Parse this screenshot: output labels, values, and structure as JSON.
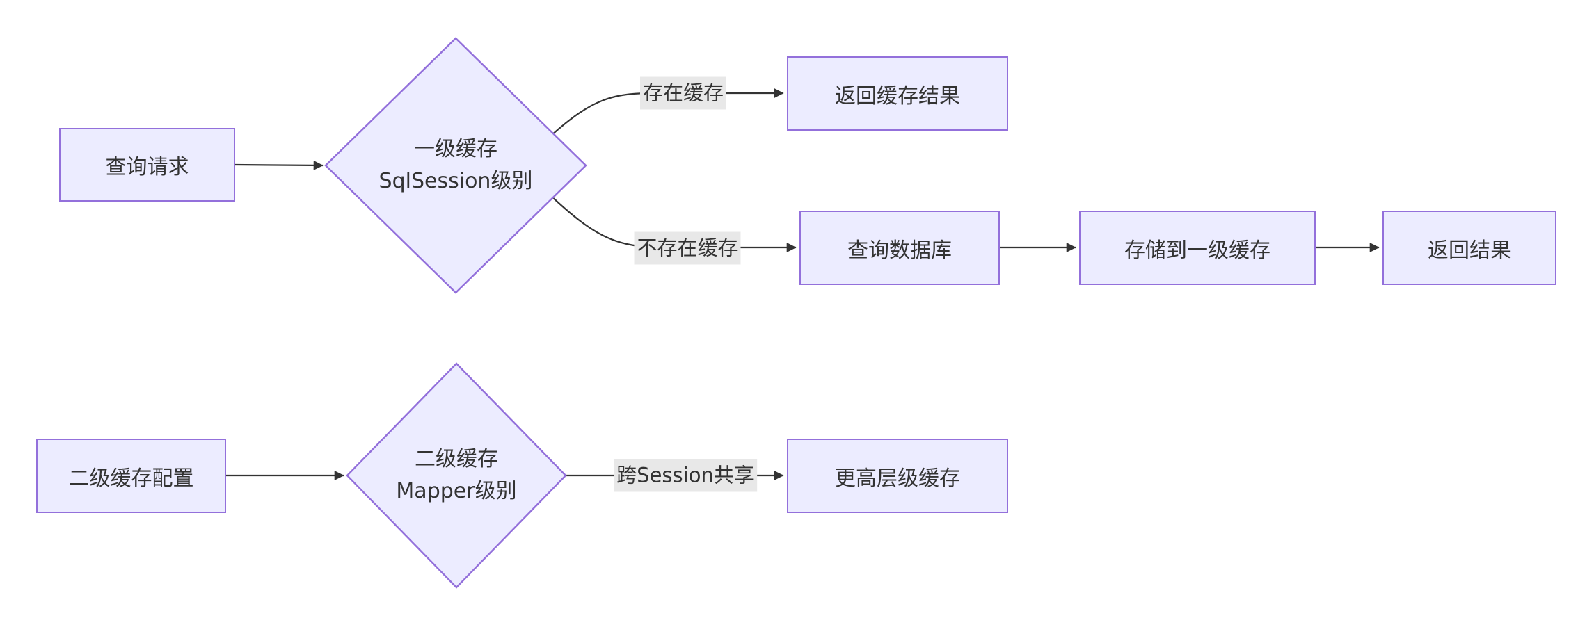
{
  "flowchart": {
    "row1": {
      "query_request": "查询请求",
      "first_level_cache_line1": "一级缓存",
      "first_level_cache_line2": "SqlSession级别",
      "label_cache_exists": "存在缓存",
      "return_cached_result": "返回缓存结果",
      "label_cache_missing": "不存在缓存",
      "query_database": "查询数据库",
      "store_to_first_level_cache": "存储到一级缓存",
      "return_result": "返回结果"
    },
    "row2": {
      "second_level_cache_config": "二级缓存配置",
      "second_level_cache_line1": "二级缓存",
      "second_level_cache_line2": "Mapper级别",
      "label_cross_session_share": "跨Session共享",
      "higher_level_cache": "更高层级缓存"
    },
    "colors": {
      "node_fill": "#ECECFF",
      "node_border": "#9370DB",
      "edge_color": "#333333",
      "text_color": "#333333",
      "edge_label_bg": "#e8e8e8",
      "background": "#ffffff"
    }
  }
}
